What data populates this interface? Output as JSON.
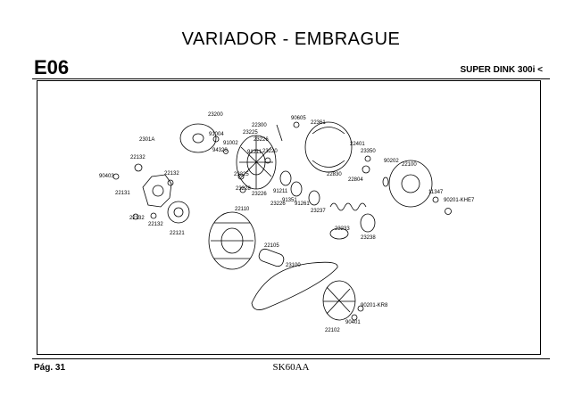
{
  "header": {
    "title": "VARIADOR - EMBRAGUE",
    "section_code": "E06",
    "model": "SUPER DINK 300i <"
  },
  "footer": {
    "page_label": "Pág. 31",
    "reference": "SK60AA"
  },
  "diagram": {
    "part_labels": [
      "23200",
      "22300",
      "90605",
      "22361",
      "2301A",
      "91004",
      "91002",
      "94320",
      "23225",
      "23226",
      "91211",
      "23220",
      "22401",
      "23350",
      "90202",
      "22100",
      "90403",
      "22132",
      "22131",
      "22132",
      "22132",
      "22132",
      "22121",
      "23225",
      "23228",
      "23226",
      "91211",
      "91351",
      "23226",
      "91261",
      "23237",
      "22830",
      "22804",
      "23233",
      "23238",
      "11347",
      "90201-KHE7",
      "22110",
      "22105",
      "23100",
      "90201-KR8",
      "90401",
      "22102"
    ]
  }
}
